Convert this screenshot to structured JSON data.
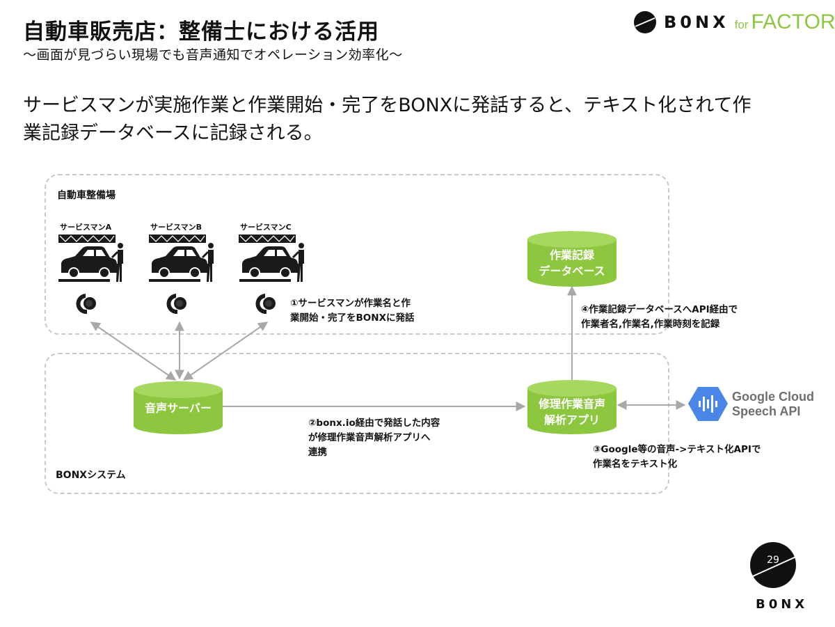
{
  "header": {
    "title": "自動車販売店：整備士における活用",
    "subtitle": "〜画面が見づらい現場でも音声通知でオペレーション効率化〜"
  },
  "brand": {
    "wordmark": "B0NX",
    "for": "for",
    "factory": "FACTORY"
  },
  "lead": {
    "line1": "サービスマンが実施作業と作業開始・完了をBONXに発話すると、テキスト化されて作",
    "line2": "業記録データベースに記録される。"
  },
  "diagram": {
    "zone_top_label": "自動車整備場",
    "zone_bottom_label": "BONXシステム",
    "servicemen": [
      "サービスマンA",
      "サービスマンB",
      "サービスマンC"
    ],
    "db_line1": "作業記録",
    "db_line2": "データベース",
    "server_label": "音声サーバー",
    "app_line1": "修理作業音声",
    "app_line2": "解析アプリ",
    "note1_line1": "①サービスマンが作業名と作",
    "note1_line2": "業開始・完了をBONXに発話",
    "note2_line1": "②bonx.io経由で発話した内容",
    "note2_line2": "が修理作業音声解析アプリへ",
    "note2_line3": "連携",
    "note3_line1": "③Google等の音声->テキスト化APIで",
    "note3_line2": "作業名をテキスト化",
    "note4_line1": "④作業記録データベースへAPI経由で",
    "note4_line2": "作業者名,作業名,作業時刻を記録",
    "google_line1": "Google Cloud",
    "google_line2": "Speech API"
  },
  "footer": {
    "page_number": "29",
    "wordmark": "B0NX"
  },
  "colors": {
    "cylinder": "#8dc63f",
    "cylinder_top": "#a6d85f",
    "arrow": "#a8a8a8",
    "google_blue": "#4a86e8"
  }
}
